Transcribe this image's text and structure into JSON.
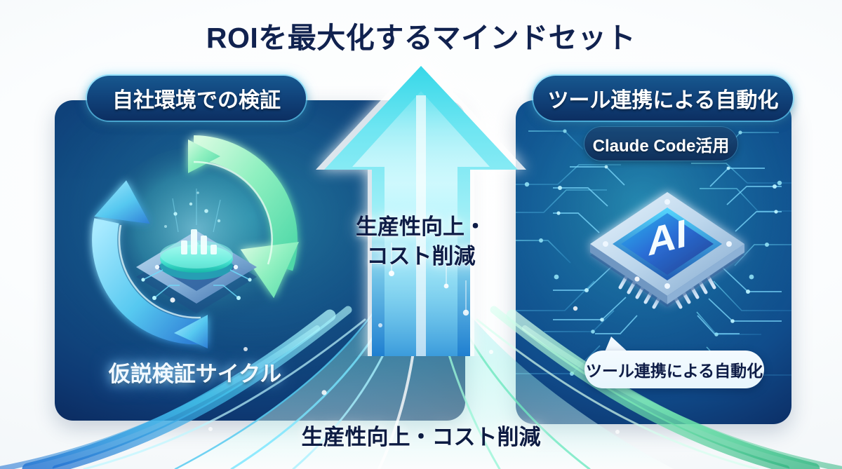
{
  "title": "ROIを最大化するマインドセット",
  "panels": {
    "left": {
      "header_label": "自社環境での検証",
      "footer_label": "仮説検証サイクル"
    },
    "right": {
      "header_label": "ツール連携による自動化",
      "badge_label": "Claude Code活用",
      "callout_label": "ツール連携による自動化",
      "chip_label": "AI"
    }
  },
  "center": {
    "arrow_label_line1": "生産性向上・",
    "arrow_label_line2": "コスト削減",
    "bottom_label": "生産性向上・コスト削減"
  },
  "colors": {
    "title": "#11224f",
    "panel_dark_navy": "#0a2254",
    "panel_teal": "#1d6a8f",
    "accent_cyan": "#3fe0f0",
    "accent_green": "#86efac",
    "pill_bg": "#11447c",
    "bubble_bg": "#f1f9ff",
    "page_bg": "#ffffff"
  },
  "icons": {
    "cycle": "refresh-cycle-icon",
    "chip": "ai-chip-icon",
    "arrow": "upward-arrow-icon",
    "chart": "bar-chart-hologram-icon"
  }
}
